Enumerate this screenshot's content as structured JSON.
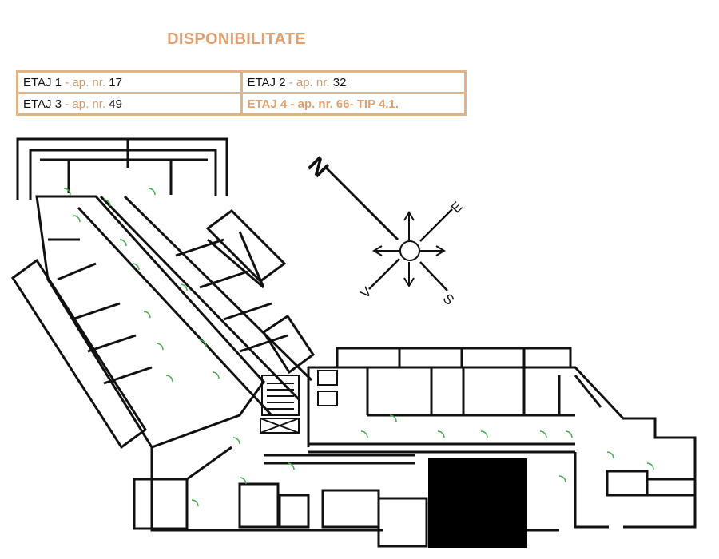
{
  "header": {
    "title": "DISPONIBILITATE"
  },
  "availability": [
    {
      "floor": "ETAJ 1",
      "sep": " - ap. nr. ",
      "apt": "17",
      "highlight": false
    },
    {
      "floor": "ETAJ 2",
      "sep": " - ap. nr. ",
      "apt": "32",
      "highlight": false
    },
    {
      "floor": "ETAJ  3",
      "sep": " - ap. nr. ",
      "apt": "49",
      "highlight": false
    },
    {
      "floor": "ETAJ 4 - ap. nr. 66- TIP 4.1.",
      "highlight": true
    }
  ],
  "compass": {
    "north": "N",
    "east": "E",
    "south": "S",
    "west": "V"
  },
  "colors": {
    "accent": "#e0a070",
    "table_border": "#e3b384",
    "walls": "#111111",
    "doors": "#3fae4a",
    "highlight_unit": "#000000"
  }
}
